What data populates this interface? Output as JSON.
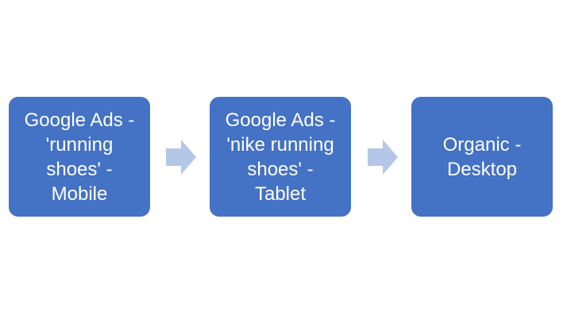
{
  "colors": {
    "box_fill": "#4472c4",
    "text": "#ffffff",
    "arrow": "#b4c7e7",
    "background": "#ffffff"
  },
  "steps": [
    {
      "label": "Google Ads -\n'running\nshoes' -\nMobile"
    },
    {
      "label": "Google Ads -\n'nike running\nshoes' -\nTablet"
    },
    {
      "label": "Organic -\nDesktop"
    }
  ],
  "connectors": [
    {
      "icon": "right-arrow-icon"
    },
    {
      "icon": "right-arrow-icon"
    }
  ]
}
